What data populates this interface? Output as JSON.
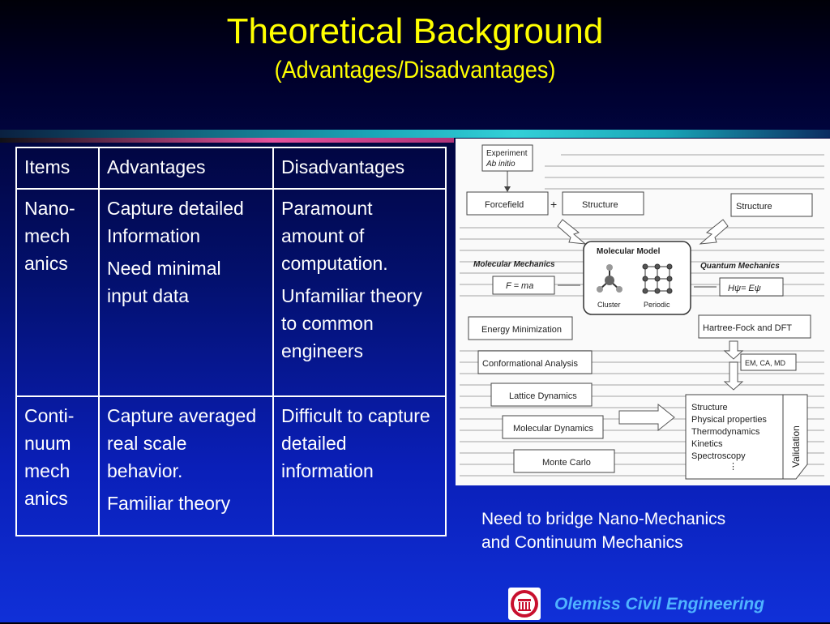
{
  "slide": {
    "title": "Theoretical Background",
    "subtitle": "(Advantages/Disadvantages)"
  },
  "table": {
    "headers": [
      "Items",
      "Advantages",
      "Disadvantages"
    ],
    "rows": [
      {
        "item": "Nano-mech anics",
        "advantages": [
          "Capture detailed Information",
          "Need minimal input data"
        ],
        "disadvantages": [
          "Paramount amount of computation.",
          "Unfamiliar theory to common engineers"
        ]
      },
      {
        "item": "Conti-nuum mech anics",
        "advantages": [
          "Capture averaged real scale behavior.",
          "Familiar theory"
        ],
        "disadvantages": [
          "Difficult to capture detailed information"
        ]
      }
    ]
  },
  "figure": {
    "experiment": "Experiment",
    "ab_initio": "Ab initio",
    "forcefield": "Forcefield",
    "plus": "+",
    "structure": "Structure",
    "structure_right": "Structure",
    "molecular_model": "Molecular Model",
    "molecular_mechanics": "Molecular Mechanics",
    "quantum_mechanics": "Quantum Mechanics",
    "fma": "F = ma",
    "hpsi": "Hψ= Eψ",
    "cluster": "Cluster",
    "periodic": "Periodic",
    "energy_min": "Energy Minimization",
    "conformational": "Conformational Analysis",
    "lattice": "Lattice Dynamics",
    "md": "Molecular Dynamics",
    "monte_carlo": "Monte Carlo",
    "hartree": "Hartree-Fock and DFT",
    "em_ca_md": "EM, CA, MD",
    "results": [
      "Structure",
      "Physical properties",
      "Thermodynamics",
      "Kinetics",
      "Spectroscopy"
    ],
    "validation": "Validation"
  },
  "note": "Need to bridge Nano-Mechanics and Continuum Mechanics",
  "footer": "Olemiss Civil Engineering"
}
